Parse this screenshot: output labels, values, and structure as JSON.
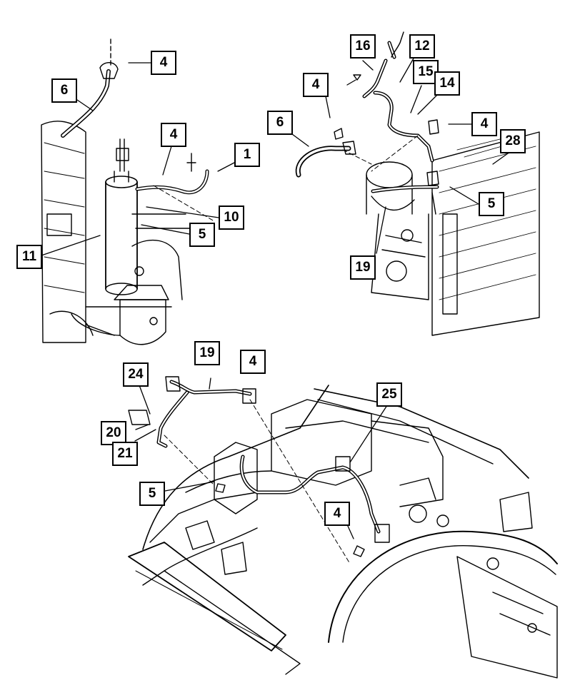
{
  "diagram": {
    "callouts": {
      "c4_top_left": "4",
      "c6_left": "6",
      "c4_mid_left": "4",
      "c1": "1",
      "c10": "10",
      "c5_left": "5",
      "c11": "11",
      "c16": "16",
      "c12": "12",
      "c4_right_a": "4",
      "c15": "15",
      "c14": "14",
      "c6_right": "6",
      "c4_right_b": "4",
      "c28": "28",
      "c5_right": "5",
      "c19_right": "19",
      "c19_bottom": "19",
      "c4_bottom_a": "4",
      "c24": "24",
      "c25": "25",
      "c20": "20",
      "c21": "21",
      "c5_bottom": "5",
      "c4_bottom_b": "4"
    }
  }
}
